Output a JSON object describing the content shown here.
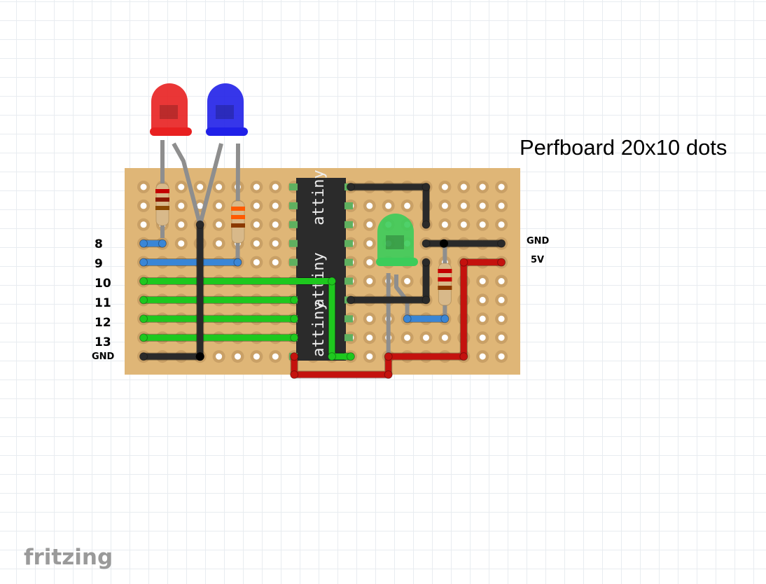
{
  "title": "Perfboard 20x10 dots",
  "left_labels": [
    "8",
    "9",
    "10",
    "11",
    "12",
    "13",
    "GND"
  ],
  "right_labels": {
    "gnd": "GND",
    "v5": "5V"
  },
  "chip": {
    "label": "attiny"
  },
  "logo": "fritzing",
  "colors": {
    "board": "#dfb677",
    "wire_green": "#1ec81e",
    "wire_blue": "#3a86d6",
    "wire_black": "#2a2a2a",
    "wire_red": "#c4120e",
    "led_red": "#e82020",
    "led_blue": "#2020e8",
    "led_green": "#3ccc5a"
  }
}
